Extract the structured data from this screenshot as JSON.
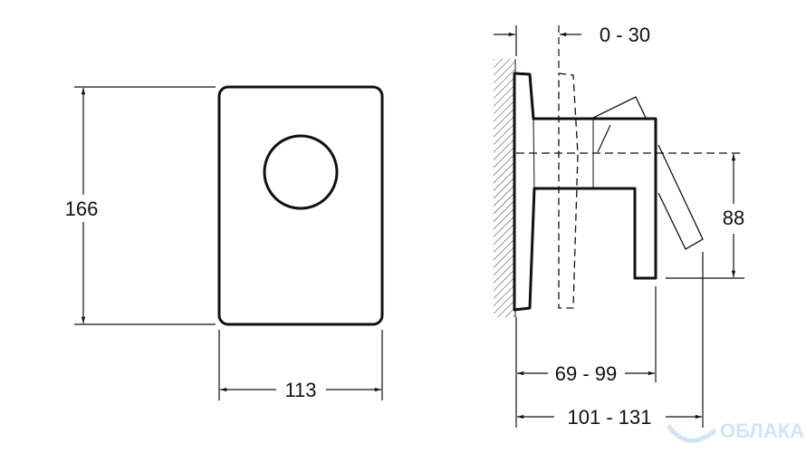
{
  "dimensions": {
    "front_height": "166",
    "front_width": "113",
    "projection_range": "0 - 30",
    "center_height": "88",
    "body_depth": "69 - 99",
    "total_depth": "101 - 131"
  },
  "watermark": "ОБЛАКА",
  "colors": {
    "line": "#111111",
    "watermark": "#cfe6f6"
  }
}
